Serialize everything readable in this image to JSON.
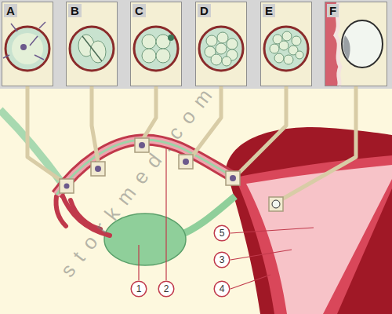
{
  "diagram": {
    "nodes": [
      {
        "text": [
          "A"
        ]
      },
      {
        "text": [
          "B"
        ]
      },
      {
        "text": [
          "C"
        ]
      },
      {
        "text": [
          "D"
        ]
      },
      {
        "text": [
          "E"
        ]
      },
      {
        "text": [
          "F"
        ]
      },
      {
        "text": [
          "5"
        ]
      },
      {
        "text": [
          "3"
        ]
      },
      {
        "text": [
          "4"
        ]
      },
      {
        "text": [
          "1"
        ]
      },
      {
        "text": [
          "2"
        ]
      }
    ],
    "labels": [
      "storkmed.com"
    ]
  }
}
